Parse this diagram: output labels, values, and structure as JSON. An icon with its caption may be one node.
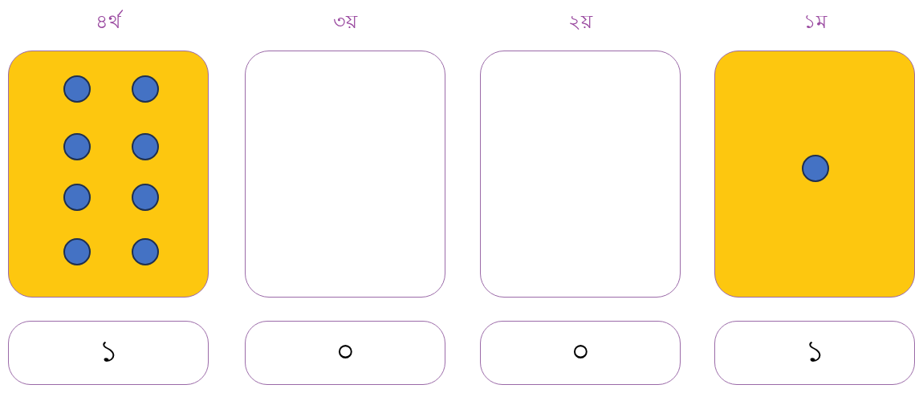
{
  "diagram": {
    "nodes": [
      {
        "text": [
          "৪র্থ"
        ]
      },
      {
        "text": [],
        "shape": "circle",
        "in": 0
      },
      {
        "text": [],
        "shape": "circle",
        "in": 0
      },
      {
        "text": [],
        "shape": "circle",
        "in": 0
      },
      {
        "text": [],
        "shape": "circle",
        "in": 0
      },
      {
        "text": [],
        "shape": "circle",
        "in": 0
      },
      {
        "text": [],
        "shape": "circle",
        "in": 0
      },
      {
        "text": [],
        "shape": "circle",
        "in": 0
      },
      {
        "text": [],
        "shape": "circle",
        "in": 0
      },
      {
        "text": [
          "৩য়"
        ]
      },
      {
        "text": [
          "২য়"
        ]
      },
      {
        "text": [
          "১ম"
        ]
      },
      {
        "text": [],
        "shape": "circle",
        "in": 11
      },
      {
        "text": [
          "১"
        ]
      },
      {
        "text": [
          "০"
        ]
      },
      {
        "text": [
          "০"
        ]
      },
      {
        "text": [
          "১"
        ]
      }
    ],
    "edges": []
  }
}
